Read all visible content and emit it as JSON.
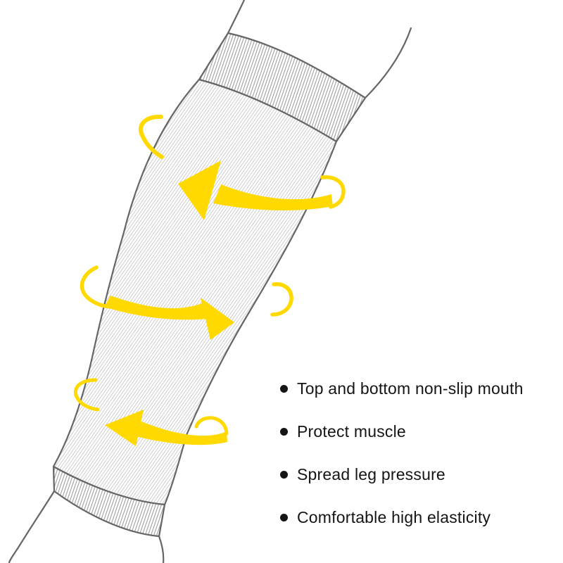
{
  "features": {
    "bullet": "dot",
    "items": [
      "Top and bottom non-slip mouth",
      "Protect muscle",
      "Spread leg pressure",
      "Comfortable high elasticity"
    ]
  },
  "illustration": {
    "arrow_icons": [
      "spiral-arrow-top-left",
      "spiral-arrow-middle-right",
      "spiral-arrow-bottom-left"
    ]
  },
  "colors": {
    "arrow": "#FFD900",
    "outline": "#666666",
    "hatch": "#C8C8C8",
    "rib": "#9E9E9E",
    "text": "#151515",
    "bg": "#FFFFFF"
  }
}
